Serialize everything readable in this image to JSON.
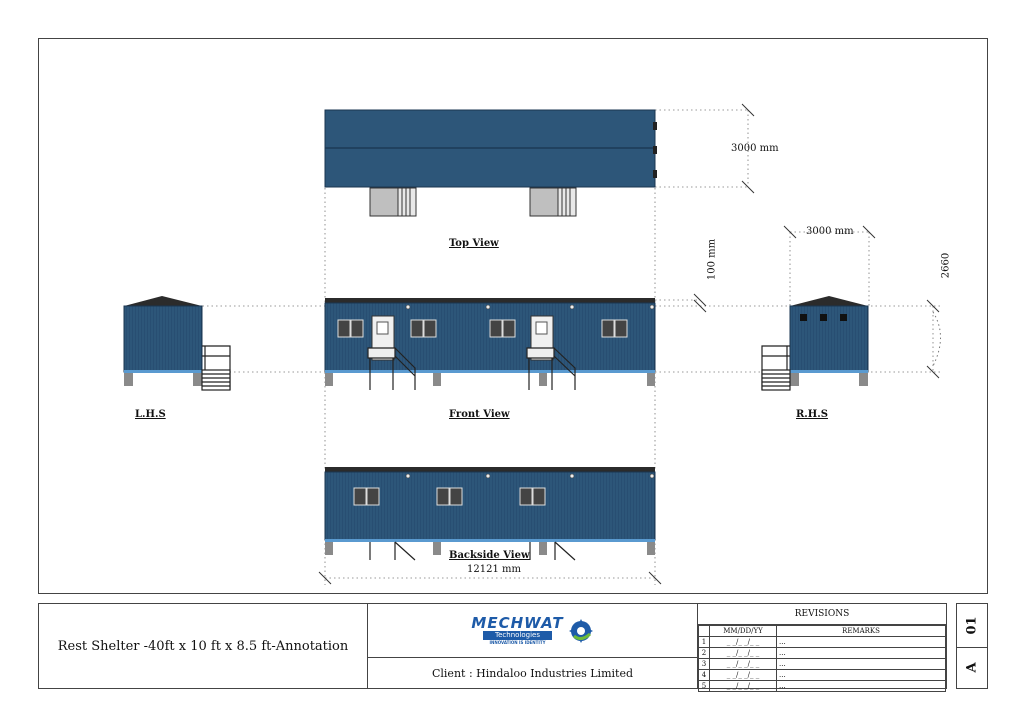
{
  "views": {
    "top": "Top View",
    "front": "Front View",
    "backside": "Backside View",
    "lhs": "L.H.S",
    "rhs": "R.H.S"
  },
  "dimensions": {
    "top_height": "3000 mm",
    "rhs_width": "3000 mm",
    "roof_gap": "100 mm",
    "rhs_height": "2660",
    "length": "12121 mm"
  },
  "title_block": {
    "title": "Rest Shelter -40ft x 10 ft x 8.5 ft-Annotation",
    "client": "Client : Hindaloo Industries Limited",
    "logo": {
      "name": "MECHWAT",
      "sub": "Technologies",
      "tagline": "INNOVATION IS IDENTITY"
    },
    "revisions": {
      "title": "REVISIONS",
      "date_header": "MM/DD/YY",
      "remarks_header": "REMARKS",
      "rows": [
        {
          "no": "1",
          "date": "_ _/_ _/_ _",
          "remark": "..."
        },
        {
          "no": "2",
          "date": "_ _/_ _/_ _",
          "remark": "..."
        },
        {
          "no": "3",
          "date": "_ _/_ _/_ _",
          "remark": "..."
        },
        {
          "no": "4",
          "date": "_ _/_ _/_ _",
          "remark": "..."
        },
        {
          "no": "5",
          "date": "_ _/_ _/_ _",
          "remark": "..."
        }
      ]
    },
    "sheet_no": "01",
    "size": "A"
  },
  "colors": {
    "container_blue": "#2d5679",
    "container_dark": "#1f3f5c",
    "roof": "#2b2b2b",
    "leg": "#8a8a8a",
    "logo_blue": "#1e5ba8",
    "logo_green": "#6dbb3a"
  }
}
